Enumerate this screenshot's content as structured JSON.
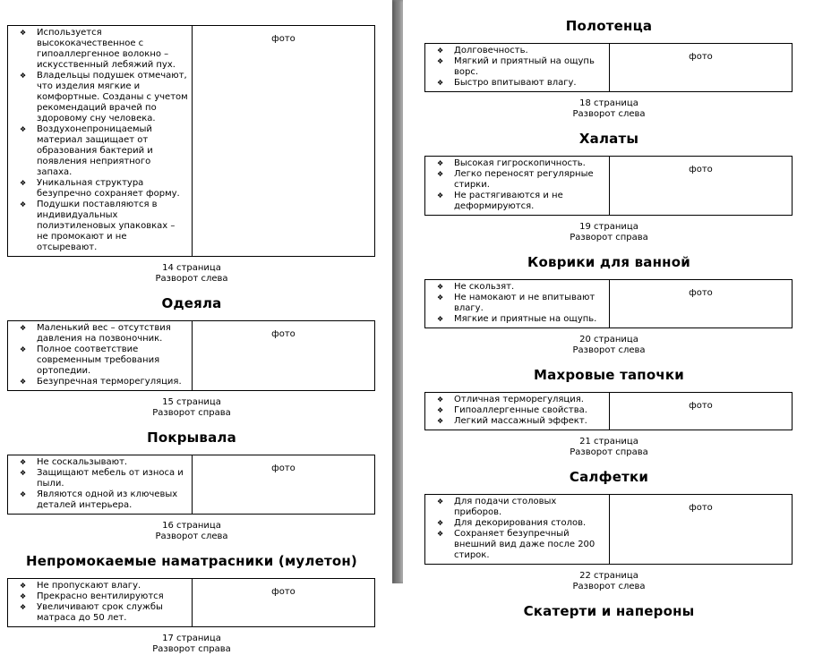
{
  "colors": {
    "divider": "#808080",
    "page_bg": "#ffffff",
    "border": "#000000",
    "text": "#000000"
  },
  "photo_label": "фото",
  "bullet_glyph": "❖",
  "pages": [
    {
      "side": "left",
      "sections": [
        {
          "heading": null,
          "bullets": [
            "Используется высококачественное с гипоаллергенное волокно – искусственный лебяжий пух.",
            "Владельцы подушек отмечают, что изделия мягкие и комфортные. Созданы с учетом рекомендаций врачей по здоровому сну человека.",
            "Воздухонепроницаемый материал защищает от образования бактерий и появления неприятного запаха.",
            "Уникальная структура безупречно сохраняет форму.",
            "Подушки поставляются в индивидуальных полиэтиленовых упаковках – не промокают и не отсыревают."
          ],
          "caption": {
            "page": "14 страница",
            "side": "Разворот слева"
          }
        },
        {
          "heading": "Одеяла",
          "bullets": [
            "Маленький вес – отсутствия давления на позвоночник.",
            "Полное соответствие современным требования ортопедии.",
            "Безупречная терморегуляция."
          ],
          "caption": {
            "page": "15 страница",
            "side": "Разворот справа"
          }
        },
        {
          "heading": "Покрывала",
          "bullets": [
            "Не соскальзывают.",
            "Защищают мебель от износа и пыли.",
            "Являются одной из ключевых деталей интерьера."
          ],
          "caption": {
            "page": "16 страница",
            "side": "Разворот слева"
          }
        },
        {
          "heading": "Непромокаемые наматрасники (мулетон)",
          "bullets": [
            "Не пропускают влагу.",
            "Прекрасно вентилируются",
            "Увеличивают срок службы матраса до 50 лет."
          ],
          "caption": {
            "page": "17 страница",
            "side": "Разворот справа"
          }
        }
      ]
    },
    {
      "side": "right",
      "sections": [
        {
          "heading": "Полотенца",
          "bullets": [
            "Долговечность.",
            "Мягкий и приятный на ощупь ворс.",
            "Быстро впитывают влагу."
          ],
          "caption": {
            "page": "18 страница",
            "side": "Разворот слева"
          }
        },
        {
          "heading": "Халаты",
          "bullets": [
            "Высокая гигроскопичность.",
            "Легко переносят регулярные стирки.",
            "Не растягиваются и не деформируются."
          ],
          "caption": {
            "page": "19 страница",
            "side": "Разворот справа"
          }
        },
        {
          "heading": "Коврики для ванной",
          "bullets": [
            "Не скользят.",
            "Не намокают и не впитывают влагу.",
            "Мягкие и приятные на ощупь."
          ],
          "caption": {
            "page": "20 страница",
            "side": "Разворот слева"
          }
        },
        {
          "heading": "Махровые тапочки",
          "bullets": [
            "Отличная терморегуляция.",
            "Гипоаллергенные свойства.",
            "Легкий массажный эффект."
          ],
          "caption": {
            "page": "21 страница",
            "side": "Разворот справа"
          }
        },
        {
          "heading": "Салфетки",
          "bullets": [
            "Для подачи столовых приборов.",
            "Для декорирования столов.",
            "Сохраняет безупречный внешний вид даже после 200 стирок."
          ],
          "caption": {
            "page": "22 страница",
            "side": "Разворот слева"
          }
        },
        {
          "heading": "Скатерти и напероны",
          "bullets": null,
          "caption": null
        }
      ]
    }
  ]
}
